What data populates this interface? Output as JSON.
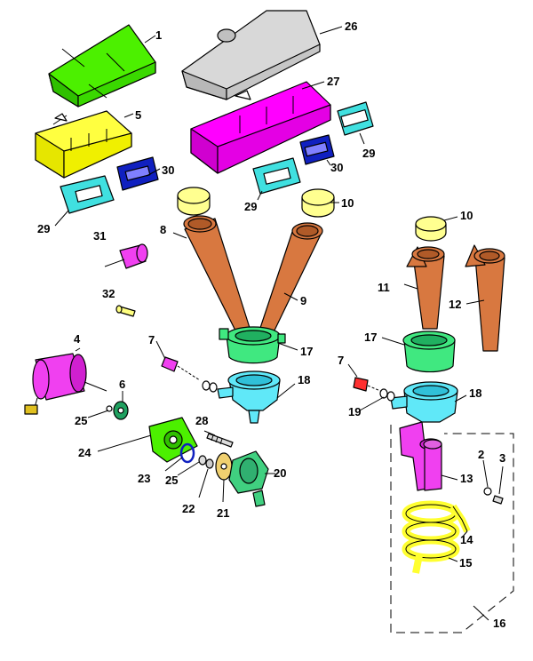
{
  "labels": {
    "p1": "1",
    "p2": "2",
    "p3": "3",
    "p4": "4",
    "p5": "5",
    "p6": "6",
    "p7a": "7",
    "p7b": "7",
    "p8": "8",
    "p9": "9",
    "p10a": "10",
    "p10b": "10",
    "p11": "11",
    "p12": "12",
    "p13": "13",
    "p14": "14",
    "p15": "15",
    "p16": "16",
    "p17a": "17",
    "p17b": "17",
    "p18a": "18",
    "p18b": "18",
    "p19": "19",
    "p20": "20",
    "p21": "21",
    "p22": "22",
    "p23": "23",
    "p24": "24",
    "p25a": "25",
    "p25b": "25",
    "p26": "26",
    "p27": "27",
    "p28": "28",
    "p29a": "29",
    "p29b": "29",
    "p29c": "29",
    "p30a": "30",
    "p30b": "30",
    "p31": "31",
    "p32": "32"
  },
  "colors": {
    "green_lid": "#4cf000",
    "grey_lid": "#d8d8d8",
    "yellow_tray": "#ffff40",
    "magenta_tray": "#ff00ff",
    "cyan_bracket": "#40e0e0",
    "blue_bracket": "#1020c0",
    "orange_tube": "#d87840",
    "cap": "#ffff90",
    "green_funnel": "#40e880",
    "cyan_funnel": "#60e8f8",
    "motor": "#f040f0",
    "yellow_hose": "#ffff30"
  }
}
